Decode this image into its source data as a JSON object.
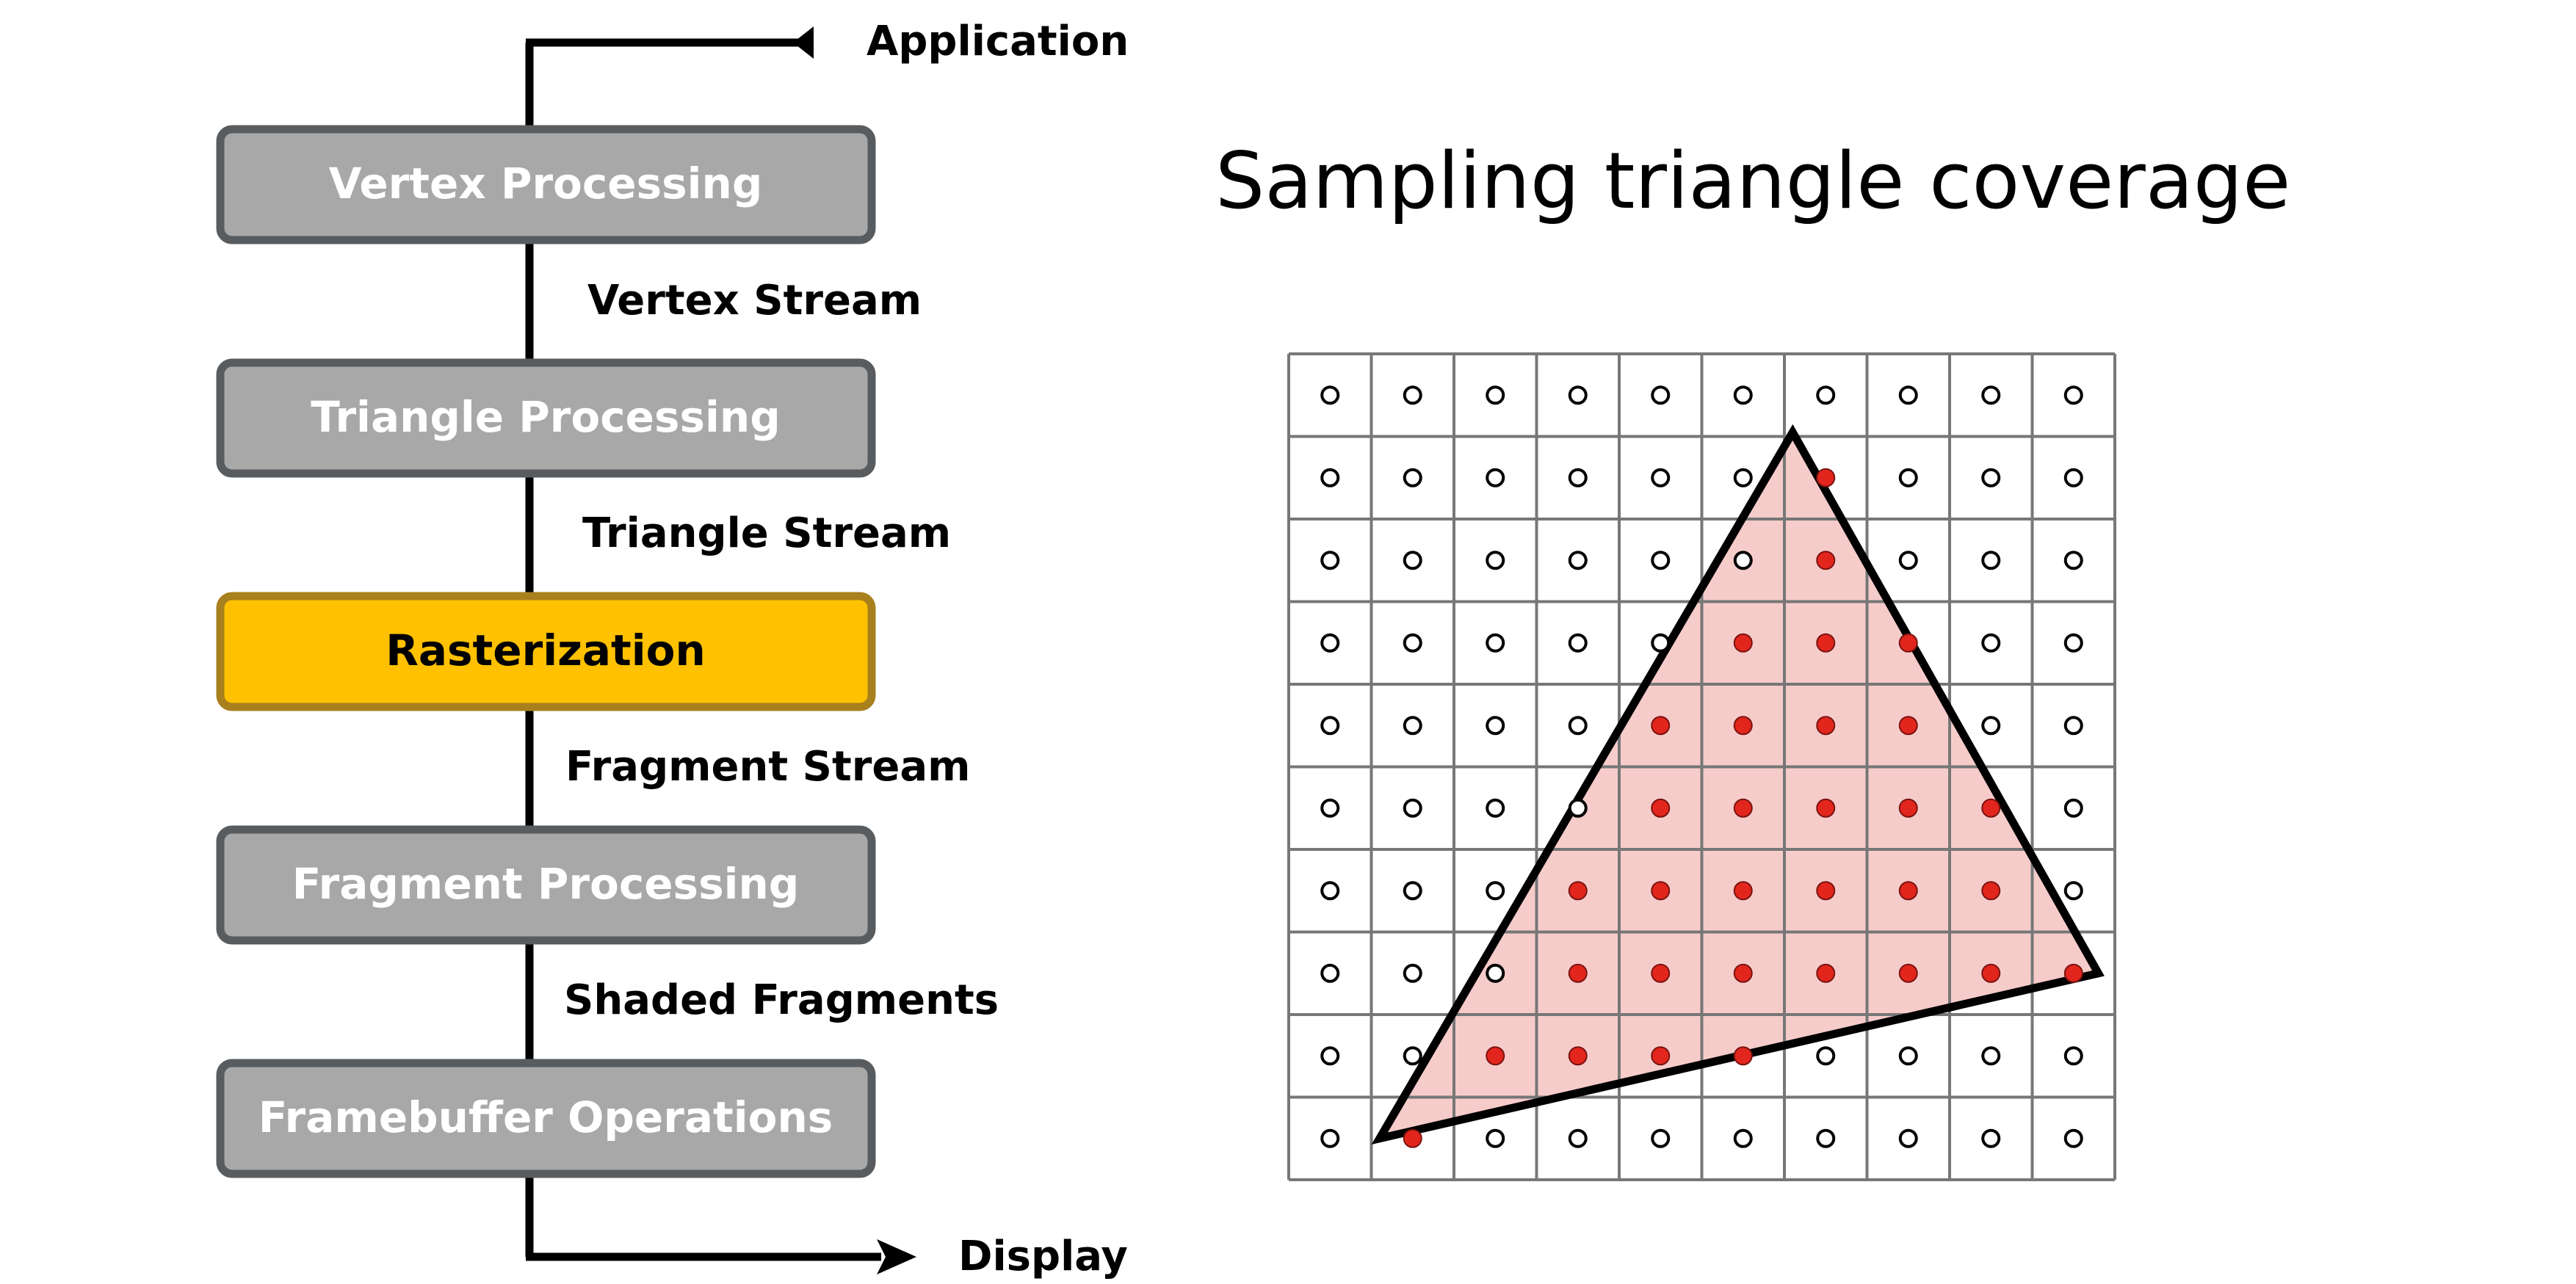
{
  "pipeline": {
    "top_label": "Application",
    "bottom_label": "Display",
    "stages": [
      {
        "label": "Vertex Processing",
        "highlighted": false
      },
      {
        "label": "Triangle Processing",
        "highlighted": false
      },
      {
        "label": "Rasterization",
        "highlighted": true
      },
      {
        "label": "Fragment Processing",
        "highlighted": false
      },
      {
        "label": "Framebuffer Operations",
        "highlighted": false
      }
    ],
    "streams": [
      "Vertex Stream",
      "Triangle Stream",
      "Fragment Stream",
      "Shaded Fragments"
    ]
  },
  "coverage": {
    "title": "Sampling triangle coverage",
    "grid_cols": 10,
    "grid_rows": 10,
    "covered_samples": [
      [
        1,
        6
      ],
      [
        2,
        6
      ],
      [
        3,
        5
      ],
      [
        3,
        6
      ],
      [
        3,
        7
      ],
      [
        4,
        4
      ],
      [
        4,
        5
      ],
      [
        4,
        6
      ],
      [
        4,
        7
      ],
      [
        5,
        4
      ],
      [
        5,
        5
      ],
      [
        5,
        6
      ],
      [
        5,
        7
      ],
      [
        5,
        8
      ],
      [
        6,
        3
      ],
      [
        6,
        4
      ],
      [
        6,
        5
      ],
      [
        6,
        6
      ],
      [
        6,
        7
      ],
      [
        6,
        8
      ],
      [
        7,
        3
      ],
      [
        7,
        4
      ],
      [
        7,
        5
      ],
      [
        7,
        6
      ],
      [
        7,
        7
      ],
      [
        7,
        8
      ],
      [
        7,
        9
      ],
      [
        8,
        2
      ],
      [
        8,
        3
      ],
      [
        8,
        4
      ],
      [
        8,
        5
      ],
      [
        9,
        1
      ]
    ],
    "triangle_vertices": [
      [
        6.1,
        0.95
      ],
      [
        9.8,
        7.5
      ],
      [
        1.1,
        9.5
      ]
    ]
  },
  "colors": {
    "stage_fill": "#a7a8a7",
    "stage_border": "#595c5f",
    "stage_text": "#ffffff",
    "highlight_fill": "#ffc100",
    "highlight_border": "#a8801e",
    "highlight_text": "#000000",
    "line": "#000000",
    "grid": "#777777",
    "triangle_fill": "#f6cccb",
    "covered_dot": "#e2261d",
    "open_dot": "#000000"
  }
}
